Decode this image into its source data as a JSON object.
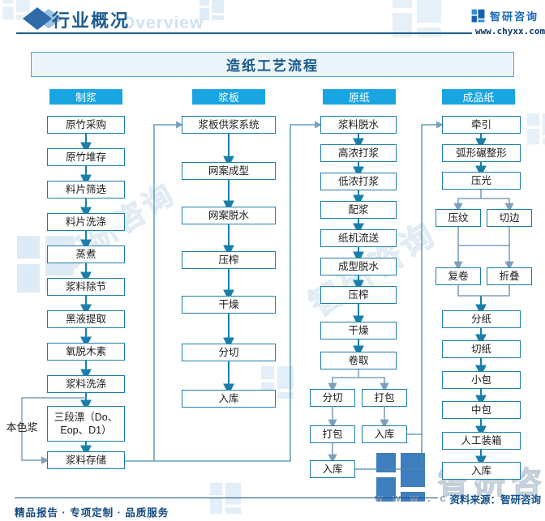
{
  "header": {
    "section_title": "行业概况",
    "watermark_en": "Overview",
    "brand_name": "智研咨询",
    "brand_site": "www.chyxx.com"
  },
  "figure": {
    "title": "造纸工艺流程"
  },
  "flow": {
    "columns": [
      {
        "header": "制浆",
        "bypass_label": "本色浆",
        "steps": [
          "原竹采购",
          "原竹堆存",
          "料片筛选",
          "料片洗涤",
          "蒸煮",
          "浆料除节",
          "黑液提取",
          "氧脱木素",
          "浆料洗涤",
          "三段漂（Do、Eop、D1）",
          "浆料存储"
        ]
      },
      {
        "header": "浆板",
        "steps": [
          "浆板供浆系统",
          "网案成型",
          "网案脱水",
          "压榨",
          "干燥",
          "分切",
          "入库"
        ]
      },
      {
        "header": "原纸",
        "steps": [
          "浆料脱水",
          "高浓打浆",
          "低浓打浆",
          "配浆",
          "纸机流送",
          "成型脱水",
          "压榨",
          "干燥",
          "卷取",
          "分切",
          "打包",
          "打包",
          "入库",
          "入库"
        ]
      },
      {
        "header": "成品纸",
        "steps": [
          "牵引",
          "弧形碾整形",
          "压光",
          "压纹",
          "切边",
          "复卷",
          "折叠",
          "分纸",
          "切纸",
          "小包",
          "中包",
          "人工装箱",
          "入库"
        ]
      }
    ]
  },
  "watermark": {
    "brand": "智研咨询",
    "url_fragment": "w w w . c"
  },
  "footer": {
    "source": "资料来源：智研咨询",
    "tagline": "精品报告 · 专项定制 · 品质服务"
  },
  "colors": {
    "accent_blue": "#18a5e2",
    "box_border": "#1d7ea8",
    "dark_blue": "#1b5e8e",
    "arrow_main": "#1a7fa8",
    "arrow_light": "#7fa0bc"
  }
}
